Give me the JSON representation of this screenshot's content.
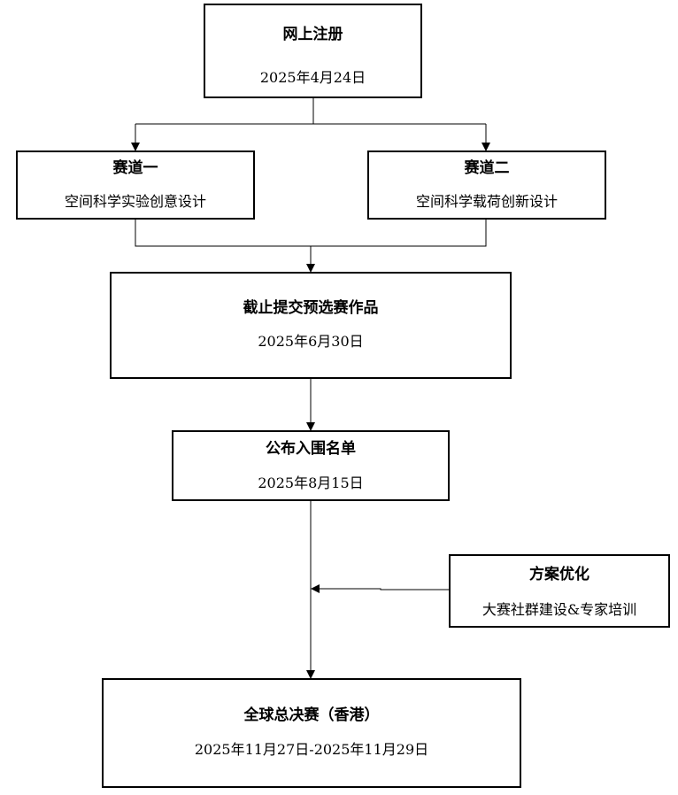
{
  "nodes": {
    "register": {
      "title": "网上注册",
      "date": "2025年4月24日"
    },
    "track1": {
      "title": "赛道一",
      "subtitle": "空间科学实验创意设计"
    },
    "track2": {
      "title": "赛道二",
      "subtitle": "空间科学载荷创新设计"
    },
    "deadline": {
      "title": "截止提交预选赛作品",
      "date": "2025年6月30日"
    },
    "shortlist": {
      "title": "公布入围名单",
      "date": "2025年8月15日"
    },
    "optimize": {
      "title": "方案优化",
      "subtitle": "大赛社群建设&专家培训"
    },
    "finals": {
      "title": "全球总决赛（香港）",
      "date": "2025年11月27日-2025年11月29日"
    }
  },
  "edges": [
    {
      "from": "register",
      "to": "track1"
    },
    {
      "from": "register",
      "to": "track2"
    },
    {
      "from": "track1",
      "to": "deadline"
    },
    {
      "from": "track2",
      "to": "deadline"
    },
    {
      "from": "deadline",
      "to": "shortlist"
    },
    {
      "from": "shortlist",
      "to": "finals"
    },
    {
      "from": "optimize",
      "to": "shortlist-finals-line"
    }
  ],
  "colors": {
    "stroke": "#000000",
    "background": "#ffffff"
  }
}
